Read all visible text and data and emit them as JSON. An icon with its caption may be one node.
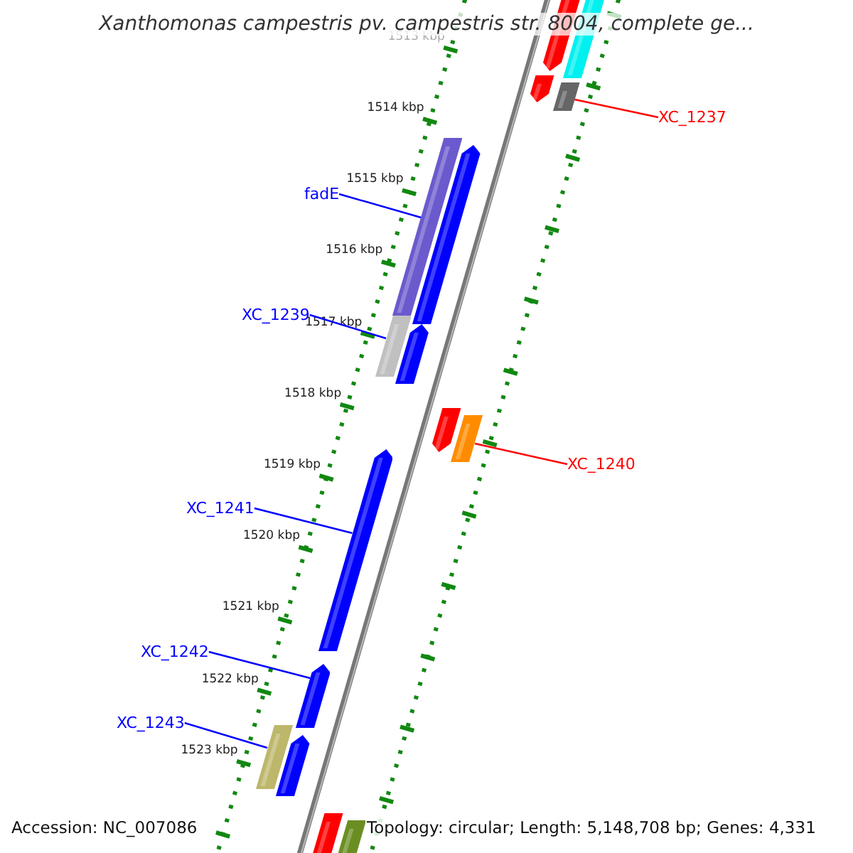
{
  "diagram": {
    "title": "Xanthomonas campestris pv. campestris str. 8004, complete ge...",
    "nodes": [
      {
        "text": [],
        "shape": "pentagon"
      },
      {
        "text": [],
        "shape": "bar"
      },
      {
        "text": [],
        "shape": "pentagon"
      },
      {
        "text": [],
        "shape": "bar"
      },
      {
        "text": [
          "XC_1237"
        ]
      },
      {
        "text": [],
        "shape": "bar"
      },
      {
        "text": [],
        "shape": "pentagon"
      },
      {
        "text": [
          "fadE"
        ]
      },
      {
        "text": [
          "XC_1239"
        ]
      },
      {
        "text": [],
        "shape": "bar"
      },
      {
        "text": [],
        "shape": "pentagon"
      },
      {
        "text": [],
        "shape": "pentagon"
      },
      {
        "text": [],
        "shape": "bar"
      },
      {
        "text": [
          "XC_1240"
        ]
      },
      {
        "text": [
          "XC_1241"
        ]
      },
      {
        "text": [],
        "shape": "pentagon"
      },
      {
        "text": [
          "XC_1242"
        ]
      },
      {
        "text": [],
        "shape": "pentagon"
      },
      {
        "text": [
          "XC_1243"
        ]
      },
      {
        "text": [],
        "shape": "bar"
      },
      {
        "text": [],
        "shape": "pentagon"
      },
      {
        "text": [],
        "shape": "pentagon"
      },
      {
        "text": [],
        "shape": "bar"
      }
    ],
    "edges": [
      {
        "from": 4,
        "to": 3,
        "arrow": "none",
        "color": "#ff0000"
      },
      {
        "from": 7,
        "to": 5,
        "arrow": "none"
      },
      {
        "from": 8,
        "to": 9,
        "arrow": "none"
      },
      {
        "from": 13,
        "to": 12,
        "arrow": "none",
        "color": "#ff0000"
      },
      {
        "from": 14,
        "to": 15,
        "arrow": "none"
      },
      {
        "from": 16,
        "to": 17,
        "arrow": "none"
      },
      {
        "from": 18,
        "to": 19,
        "arrow": "none"
      }
    ],
    "labels": [
      "1513 kbp",
      "1514 kbp",
      "1515 kbp",
      "1516 kbp",
      "1517 kbp",
      "1518 kbp",
      "1519 kbp",
      "1520 kbp",
      "1521 kbp",
      "1522 kbp",
      "1523 kbp",
      "Accession: NC_007086",
      "Topology: circular; Length: 5,148,708 bp; Genes: 4,331"
    ]
  }
}
